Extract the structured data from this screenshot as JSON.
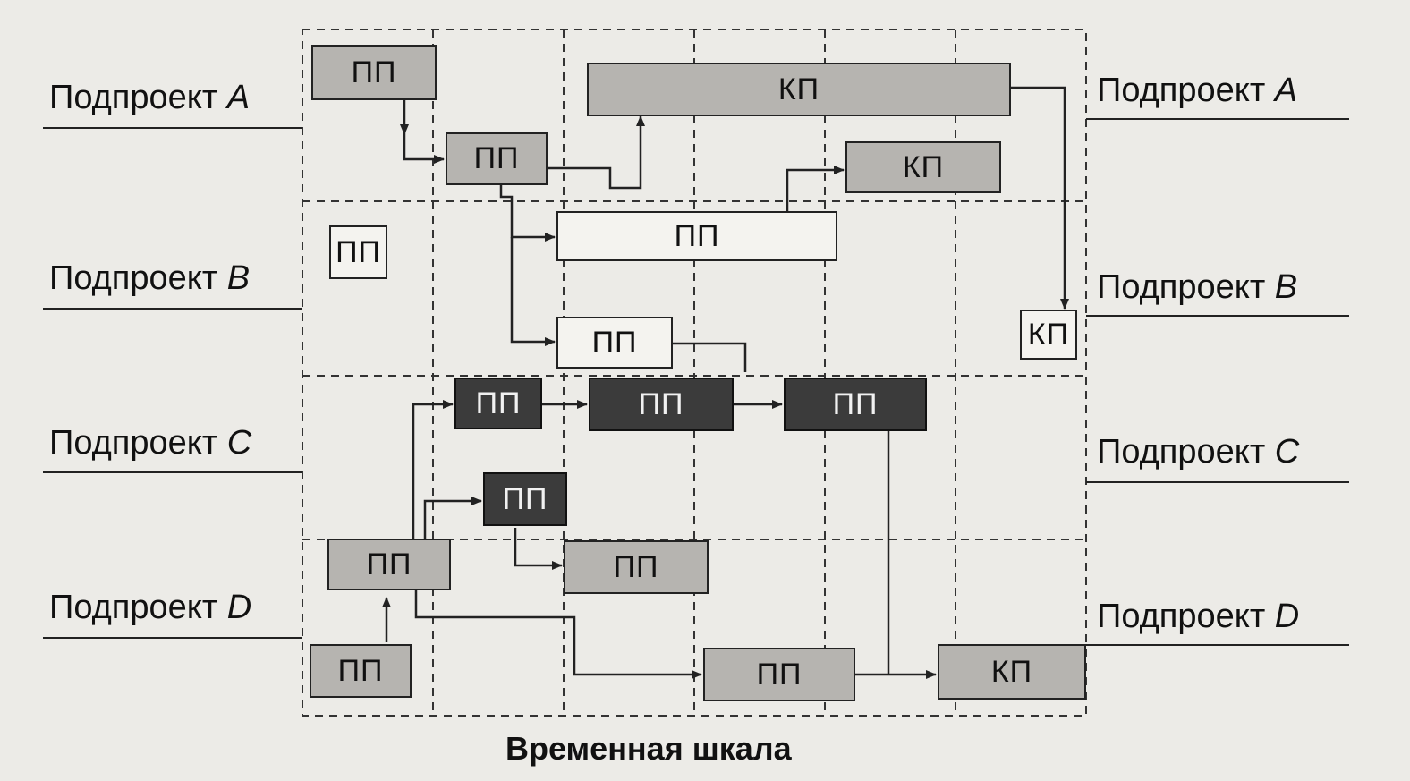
{
  "diagram": {
    "box_label_pp": "ПП",
    "box_label_kp": "КП",
    "left_labels": [
      {
        "name": "Подпроект",
        "letter": "A"
      },
      {
        "name": "Подпроект",
        "letter": "B"
      },
      {
        "name": "Подпроект",
        "letter": "C"
      },
      {
        "name": "Подпроект",
        "letter": "D"
      }
    ],
    "right_labels": [
      {
        "name": "Подпроект",
        "letter": "A"
      },
      {
        "name": "Подпроект",
        "letter": "B"
      },
      {
        "name": "Подпроект",
        "letter": "C"
      },
      {
        "name": "Подпроект",
        "letter": "D"
      }
    ],
    "timeline_label": "Временная шкала",
    "colors": {
      "gray_box": "#b6b4b0",
      "white_box": "#f4f3ef",
      "dark_box": "#3b3b3b",
      "line": "#222222"
    }
  }
}
